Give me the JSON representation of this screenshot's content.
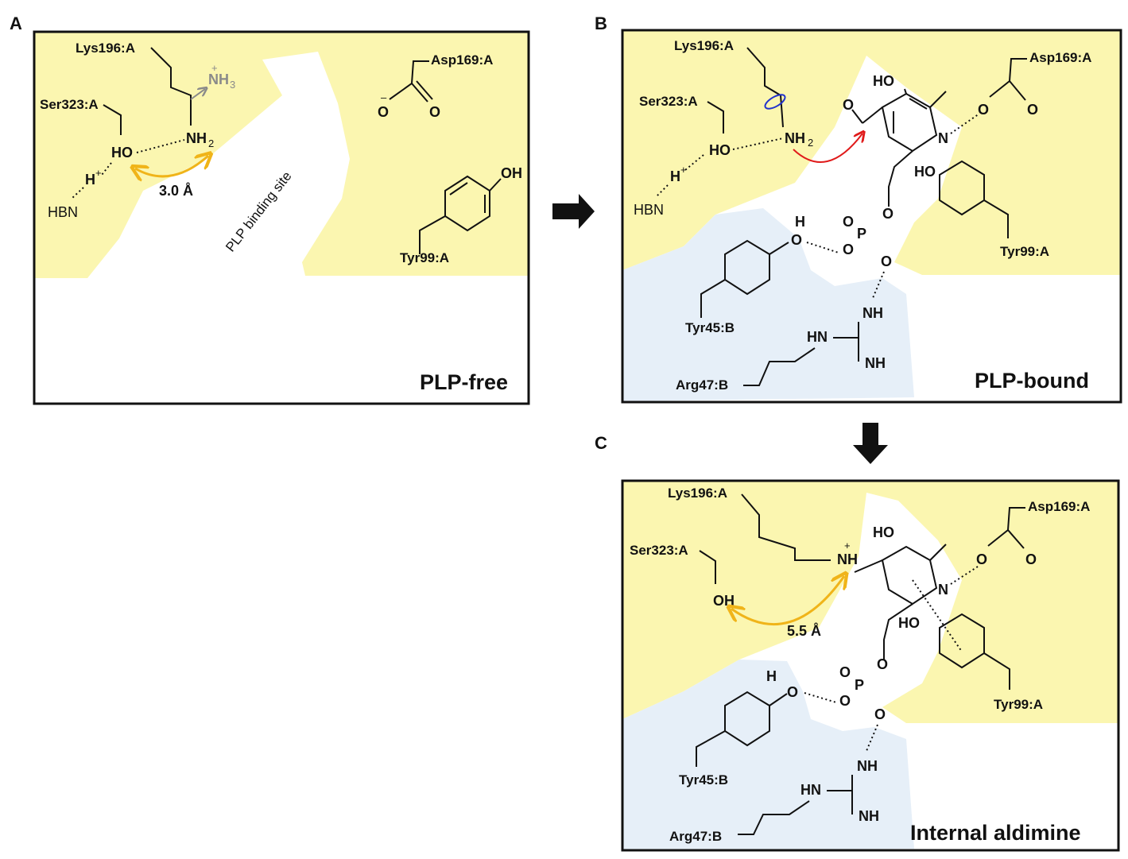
{
  "panel_tags": {
    "a": "A",
    "b": "B",
    "c": "C"
  },
  "panels": {
    "a": {
      "title": "PLP-free",
      "lys": "Lys196:A",
      "ser": "Ser323:A",
      "asp": "Asp169:A",
      "tyr99": "Tyr99:A",
      "hbn": "HBN",
      "h_plus": "H",
      "ho": "HO",
      "nh2": "NH",
      "nh3": "NH",
      "o_minus": "O",
      "o": "O",
      "oh": "OH",
      "distance": "3.0 Å",
      "site": "PLP binding site"
    },
    "b": {
      "title": "PLP-bound",
      "lys": "Lys196:A",
      "ser": "Ser323:A",
      "asp": "Asp169:A",
      "tyr99": "Tyr99:A",
      "tyr45": "Tyr45:B",
      "arg47": "Arg47:B",
      "hbn": "HBN",
      "h_plus": "H",
      "ho": "HO",
      "nh2": "NH",
      "pyr_ho": "HO",
      "pyr_n": "N",
      "ald_o": "O",
      "o": "O",
      "p": "P",
      "tyr_ho": "HO",
      "h": "H",
      "hn": "HN"
    },
    "c": {
      "title": "Internal aldimine",
      "lys": "Lys196:A",
      "ser": "Ser323:A",
      "asp": "Asp169:A",
      "tyr99": "Tyr99:A",
      "tyr45": "Tyr45:B",
      "arg47": "Arg47:B",
      "oh": "OH",
      "nh": "NH",
      "distance": "5.5 Å",
      "pyr_ho": "HO",
      "pyr_n": "N",
      "o": "O",
      "p": "P",
      "tyr_ho": "HO",
      "h": "H",
      "hn": "HN"
    }
  },
  "colors": {
    "chain_a": "#fbf6b0",
    "chain_b": "#e6eff8",
    "distance_arrow": "#f0b419",
    "rotation": "#2233cc",
    "attack_arrow": "#e01b1b",
    "faded": "#8a8a8a"
  }
}
